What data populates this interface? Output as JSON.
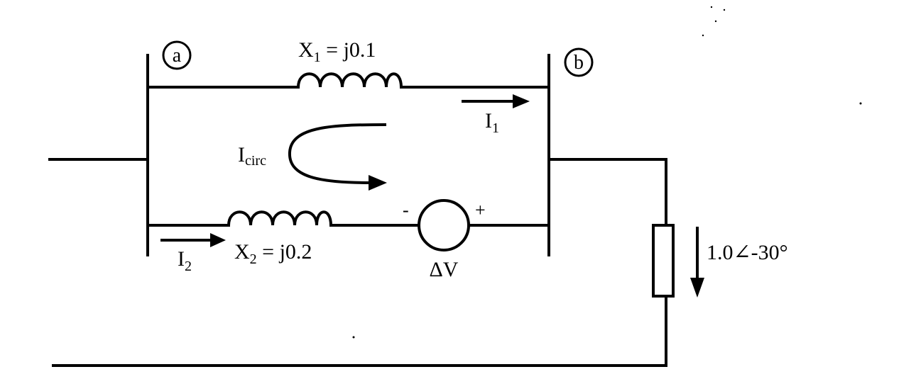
{
  "nodes": {
    "a": "a",
    "b": "b"
  },
  "reactances": {
    "x1": {
      "symbol": "X",
      "subscript": "1",
      "value": " = j0.1"
    },
    "x2": {
      "symbol": "X",
      "subscript": "2",
      "value": " = j0.2"
    }
  },
  "currents": {
    "i1": {
      "symbol": "I",
      "subscript": "1"
    },
    "i2": {
      "symbol": "I",
      "subscript": "2"
    },
    "icirc": {
      "symbol": "I",
      "subscript": "circ"
    }
  },
  "source": {
    "minus": "-",
    "plus": "+",
    "label": "ΔV"
  },
  "load": {
    "label": "1.0∠-30°"
  },
  "colors": {
    "line": "#000000",
    "background": "#ffffff"
  }
}
